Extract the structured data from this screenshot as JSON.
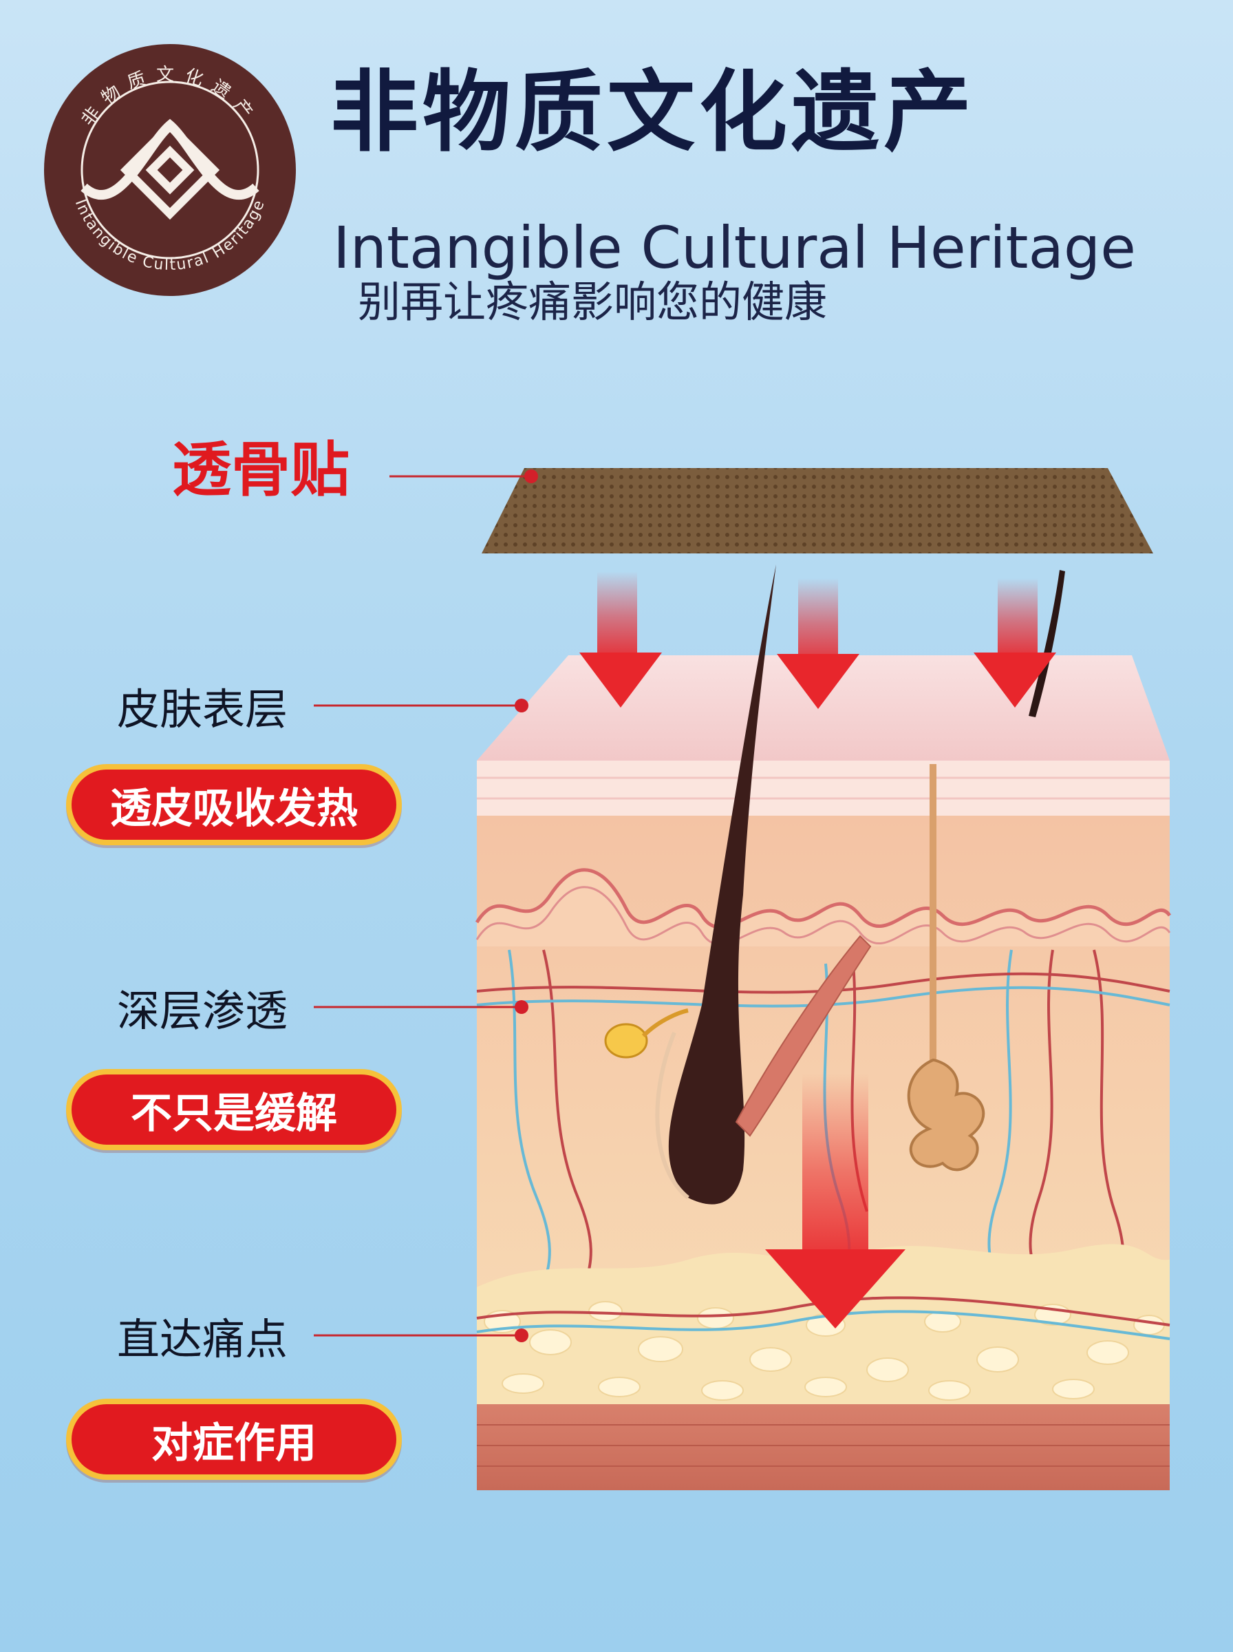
{
  "header": {
    "title_cn": "非物质文化遗产",
    "title_en": "Intangible Cultural Heritage",
    "tagline": "别再让疼痛影响您的健康"
  },
  "logo": {
    "ring_text_cn": "非物质文化遗产",
    "ring_text_en": "Intangible Cultural Heritage",
    "color": "#5a2a28"
  },
  "labels": {
    "patch": "透骨贴",
    "epidermis": "皮肤表层",
    "deep": "深层渗透",
    "direct": "直达痛点"
  },
  "badges": {
    "b1": "透皮吸收发热",
    "b2": "不只是缓解",
    "b3": "对症作用"
  },
  "colors": {
    "accent_red": "#e11a1f",
    "badge_border": "#f6c13a",
    "title_navy": "#111a3f",
    "patch_brown": "#7a5a3a"
  }
}
